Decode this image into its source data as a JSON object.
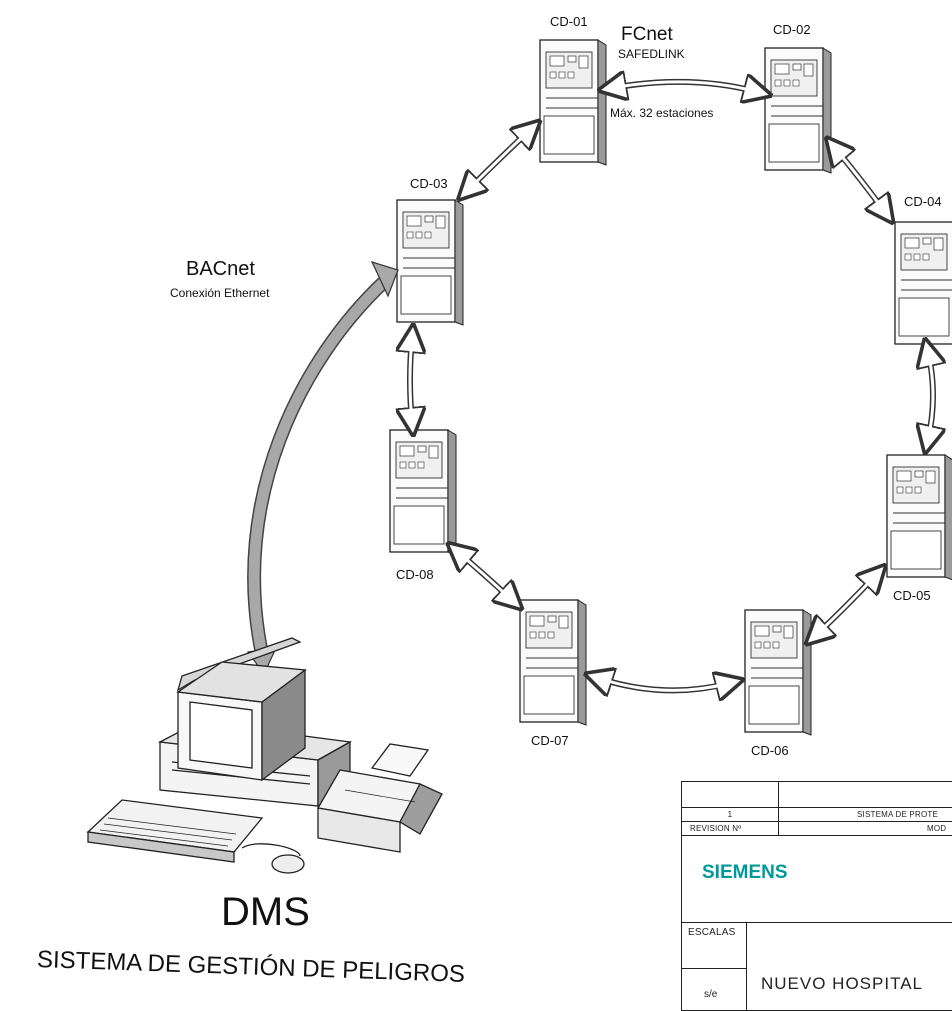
{
  "network": {
    "fcnet_title": "FCnet",
    "fcnet_subtitle": "SAFEDLINK",
    "max_stations": "Máx. 32 estaciones",
    "bacnet_title": "BACnet",
    "bacnet_subtitle": "Conexión Ethernet"
  },
  "nodes": [
    {
      "id": "CD-01"
    },
    {
      "id": "CD-02"
    },
    {
      "id": "CD-03"
    },
    {
      "id": "CD-04"
    },
    {
      "id": "CD-05"
    },
    {
      "id": "CD-06"
    },
    {
      "id": "CD-07"
    },
    {
      "id": "CD-08"
    }
  ],
  "workstation": {
    "title": "DMS",
    "subtitle": "SISTEMA DE GESTIÓN DE PELIGROS"
  },
  "title_block": {
    "revision_number": "1",
    "revision_label": "REVISION Nº",
    "system_text": "SISTEMA DE PROTE",
    "model_text": "MOD",
    "brand": "SIEMENS",
    "brand_color": "#009999",
    "scales_label": "ESCALAS",
    "scale_value": "s/e",
    "project": "NUEVO HOSPITAL"
  }
}
